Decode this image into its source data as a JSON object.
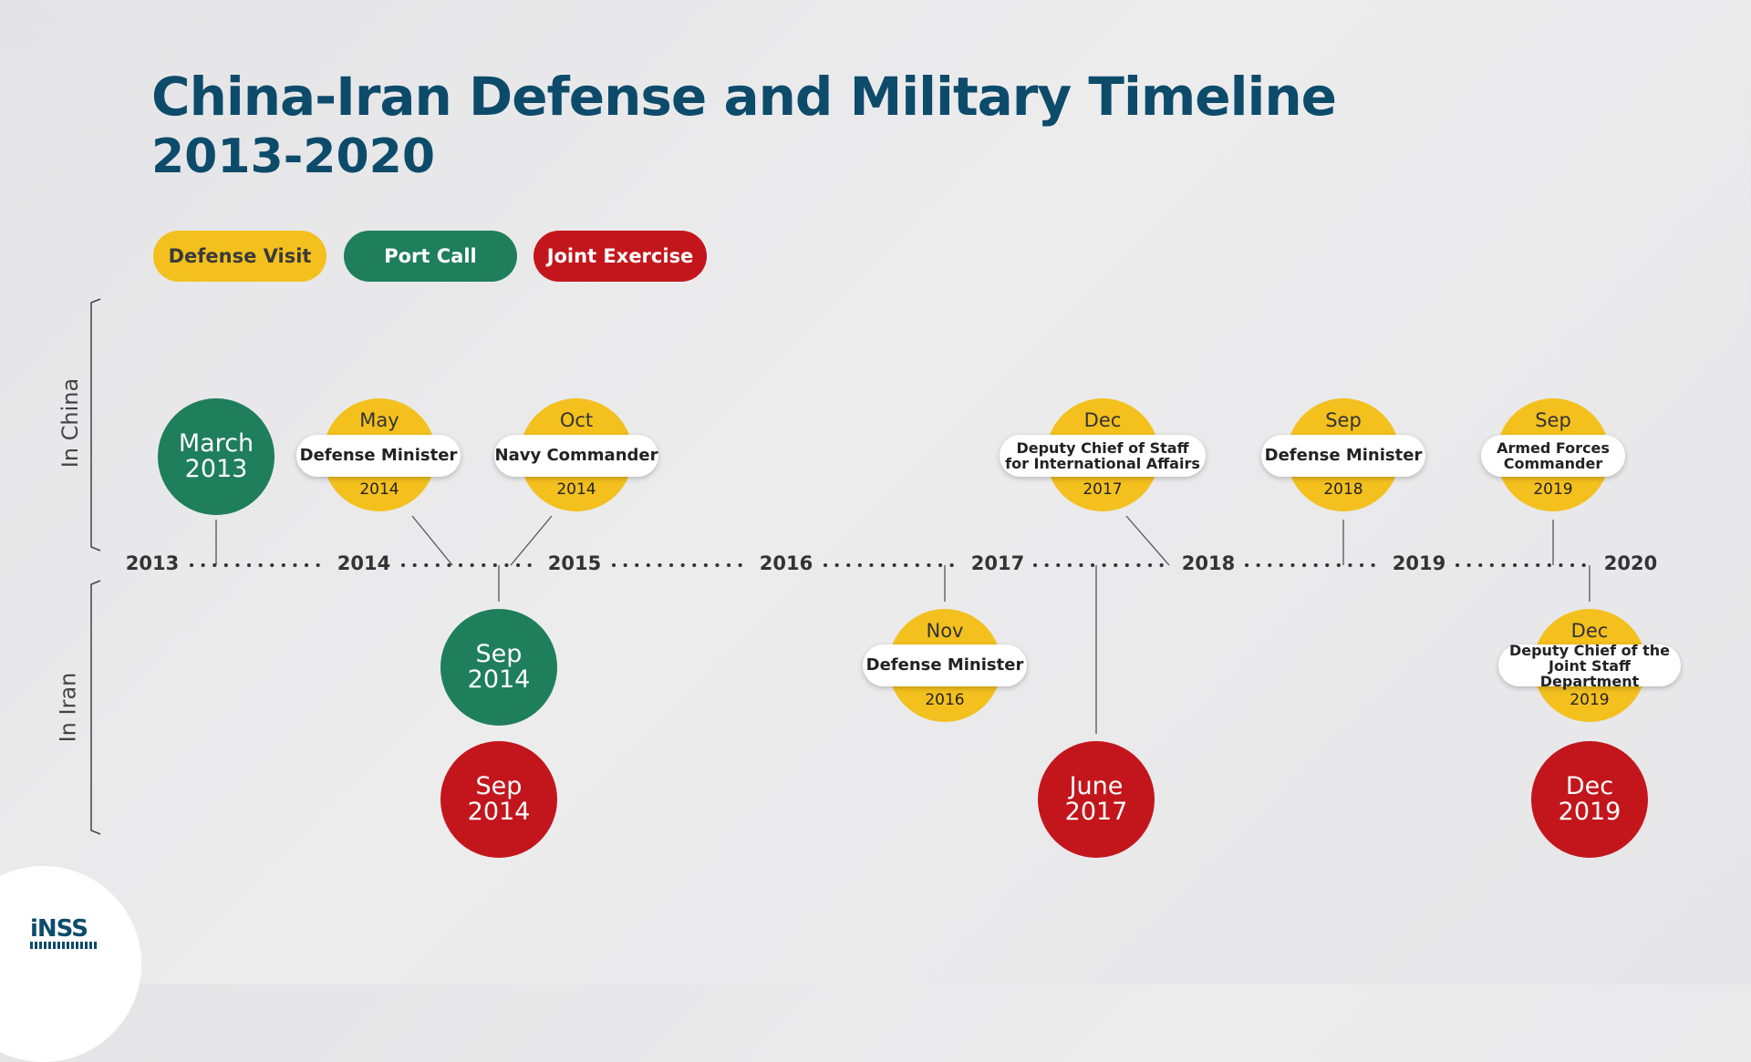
{
  "title": "China-Iran Defense and Military Timeline",
  "subtitle": "2013-2020",
  "legend": {
    "defense_visit": "Defense Visit",
    "port_call": "Port Call",
    "joint_exercise": "Joint Exercise"
  },
  "colors": {
    "title": "#0d4b6b",
    "defense_visit": "#f3c01e",
    "port_call": "#1f7e5c",
    "joint_exercise": "#c3161c"
  },
  "side_labels": {
    "china": "In China",
    "iran": "In Iran"
  },
  "years": [
    "2013",
    "2014",
    "2015",
    "2016",
    "2017",
    "2018",
    "2019",
    "2020"
  ],
  "events": {
    "china_mar2013": {
      "line1": "March",
      "line2": "2013"
    },
    "china_may2014": {
      "month": "May",
      "role": "Defense Minister",
      "year": "2014"
    },
    "china_oct2014": {
      "month": "Oct",
      "role": "Navy Commander",
      "year": "2014"
    },
    "china_dec2017": {
      "month": "Dec",
      "role_line1": "Deputy Chief of Staff",
      "role_line2": "for International Affairs",
      "year": "2017"
    },
    "china_sep2018": {
      "month": "Sep",
      "role": "Defense Minister",
      "year": "2018"
    },
    "china_sep2019": {
      "month": "Sep",
      "role_line1": "Armed Forces",
      "role_line2": "Commander",
      "year": "2019"
    },
    "iran_sep2014_port": {
      "line1": "Sep",
      "line2": "2014"
    },
    "iran_sep2014_ex": {
      "line1": "Sep",
      "line2": "2014"
    },
    "iran_nov2016": {
      "month": "Nov",
      "role": "Defense Minister",
      "year": "2016"
    },
    "iran_jun2017_ex": {
      "line1": "June",
      "line2": "2017"
    },
    "iran_dec2019": {
      "month": "Dec",
      "role_line1": "Deputy Chief of the",
      "role_line2": "Joint Staff Department",
      "year": "2019"
    },
    "iran_dec2019_ex": {
      "line1": "Dec",
      "line2": "2019"
    }
  },
  "logo": {
    "name": "iNSS"
  }
}
